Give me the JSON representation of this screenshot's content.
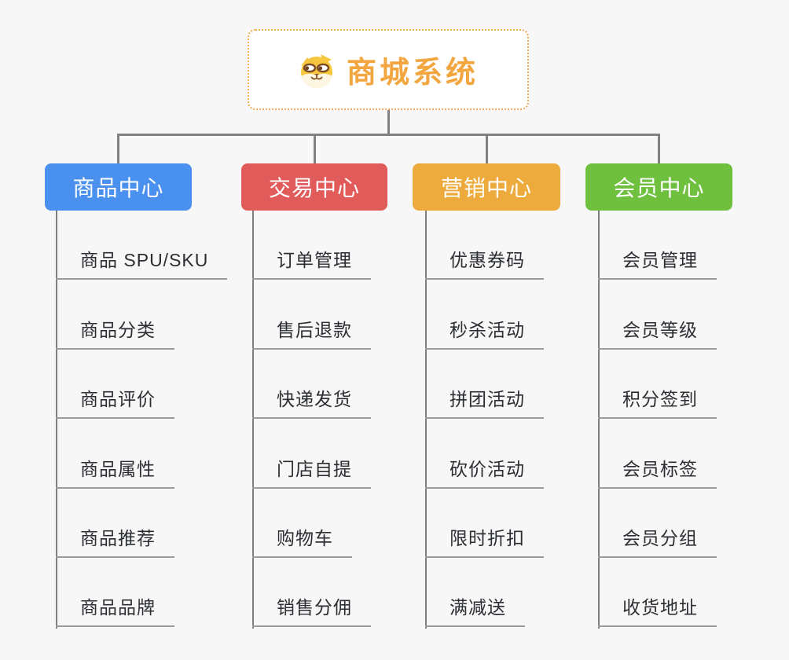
{
  "root": {
    "title": "商城系统",
    "icon": "shiba-dog-icon",
    "accent_color": "#f2a640",
    "border_color": "#f0ab55"
  },
  "branches": [
    {
      "label": "商品中心",
      "color": "#4a90ee",
      "items": [
        "商品 SPU/SKU",
        "商品分类",
        "商品评价",
        "商品属性",
        "商品推荐",
        "商品品牌"
      ]
    },
    {
      "label": "交易中心",
      "color": "#e25b5b",
      "items": [
        "订单管理",
        "售后退款",
        "快递发货",
        "门店自提",
        "购物车",
        "销售分佣"
      ]
    },
    {
      "label": "营销中心",
      "color": "#edab3d",
      "items": [
        "优惠券码",
        "秒杀活动",
        "拼团活动",
        "砍价活动",
        "限时折扣",
        "满减送"
      ]
    },
    {
      "label": "会员中心",
      "color": "#70c040",
      "items": [
        "会员管理",
        "会员等级",
        "积分签到",
        "会员标签",
        "会员分组",
        "收货地址"
      ]
    }
  ],
  "colors": {
    "background": "#f7f7f7",
    "connector": "#808080",
    "leaf_line": "#9c9c9c",
    "leaf_text": "#2b2e33"
  }
}
